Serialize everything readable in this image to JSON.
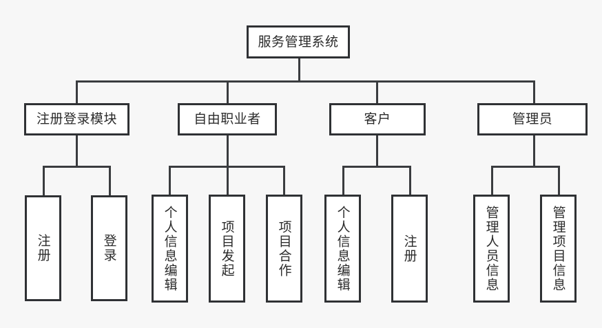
{
  "diagram": {
    "type": "hierarchy-tree",
    "title_node": "服务管理系统",
    "background_color": "#f7f7f7",
    "node_border_color": "#2f3134",
    "node_fill_color": "#ffffff",
    "connector_color": "#3a3c3f",
    "levels": 3,
    "root": {
      "label": "服务管理系统",
      "children": [
        {
          "label": "注册登录模块",
          "children": [
            {
              "label": "注册"
            },
            {
              "label": "登录"
            }
          ]
        },
        {
          "label": "自由职业者",
          "children": [
            {
              "label": "个人信息编辑"
            },
            {
              "label": "项目发起"
            },
            {
              "label": "项目合作"
            }
          ]
        },
        {
          "label": "客户",
          "children": [
            {
              "label": "个人信息编辑"
            },
            {
              "label": "注册"
            }
          ]
        },
        {
          "label": "管理员",
          "children": [
            {
              "label": "管理人员信息"
            },
            {
              "label": "管理项目信息"
            }
          ]
        }
      ]
    }
  }
}
